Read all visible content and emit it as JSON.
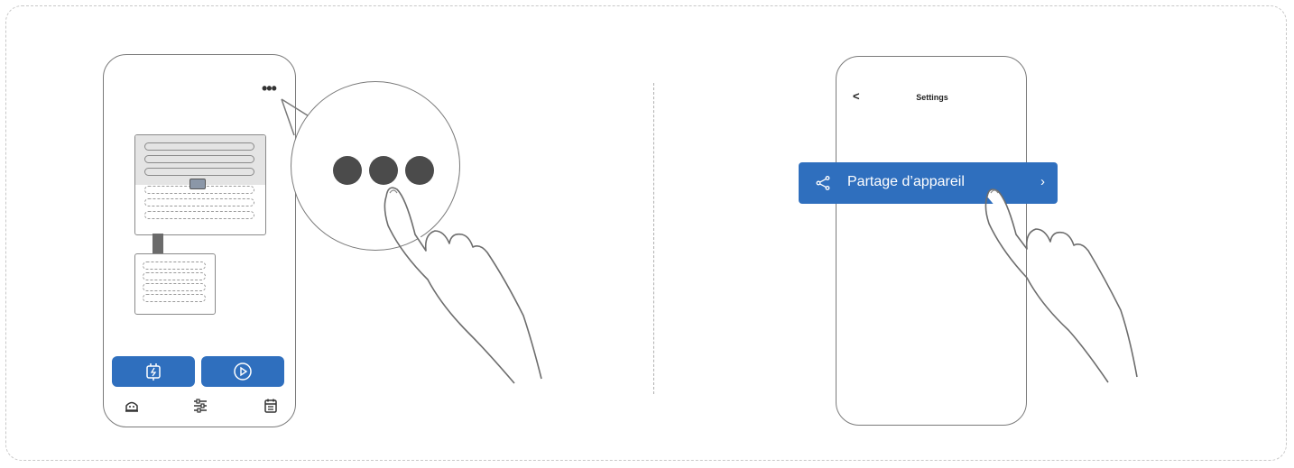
{
  "left_panel": {
    "more_menu": {
      "label": "•••",
      "icon": "more-dots-icon"
    },
    "zoom": {
      "icon": "more-dots-enlarged"
    },
    "buttons": [
      {
        "icon": "charge-dock-icon"
      },
      {
        "icon": "play-icon"
      }
    ],
    "bottom_nav": [
      {
        "icon": "robot-icon"
      },
      {
        "icon": "sliders-icon"
      },
      {
        "icon": "calendar-icon"
      }
    ]
  },
  "right_panel": {
    "header": {
      "back_label": "<",
      "title": "Settings"
    },
    "share_item": {
      "label": "Partage d’appareil",
      "chevron": "›",
      "icon": "share-icon"
    }
  },
  "colors": {
    "accent": "#2f6fbe",
    "line": "#7a7a7a",
    "dot": "#4b4b4b"
  }
}
